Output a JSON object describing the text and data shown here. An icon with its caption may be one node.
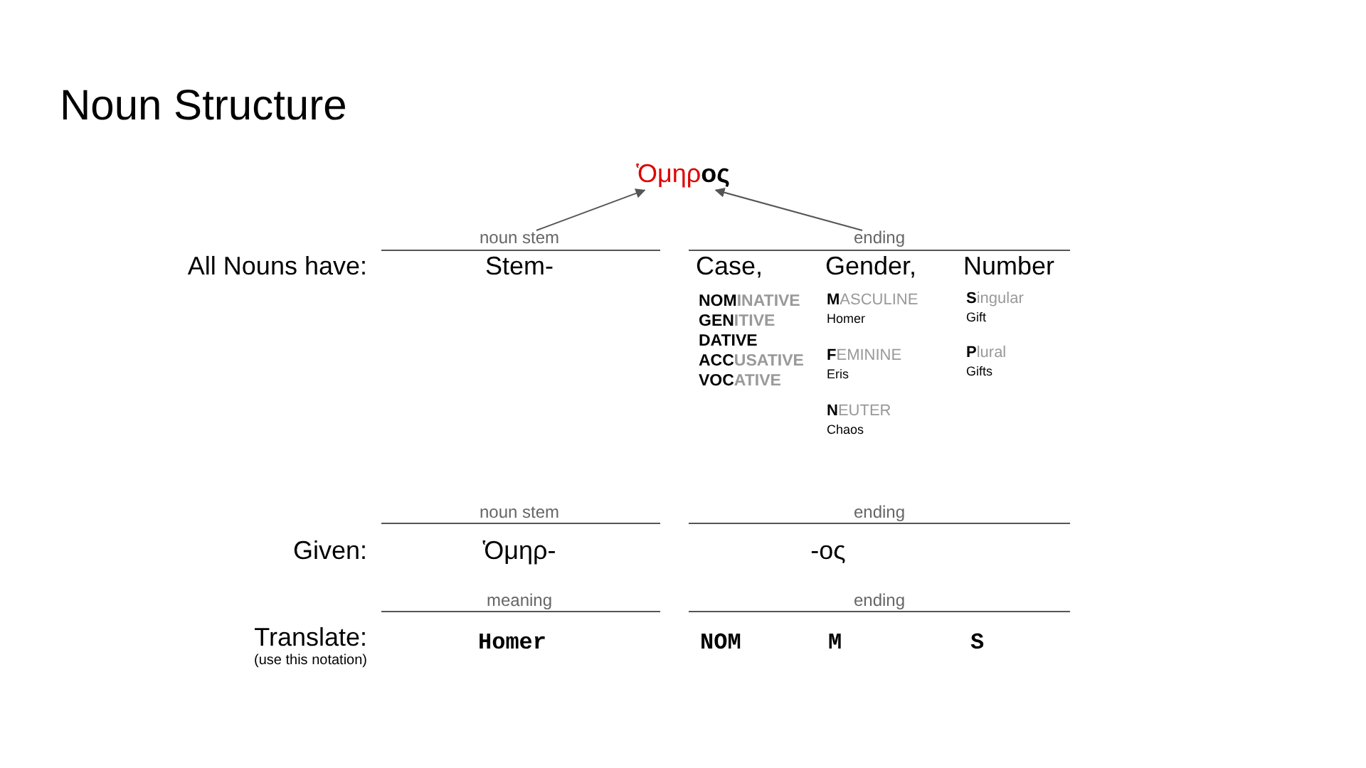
{
  "diagram": {
    "title": "Noun Structure",
    "nodes": [
      {
        "text": [
          "Ὁμηρ**ος**"
        ]
      },
      {
        "text": [
          "noun stem"
        ]
      },
      {
        "text": [
          "ending"
        ]
      }
    ],
    "edges": [
      {
        "from": 1,
        "to": 0,
        "arrow": "to"
      },
      {
        "from": 2,
        "to": 0,
        "arrow": "to"
      }
    ],
    "labels": [
      "All Nouns have:",
      "Stem-",
      "Case,",
      "Gender,",
      "Number",
      "**NOM**INATIVE",
      "**GEN**ITIVE",
      "**DATIVE**",
      "**ACC**USATIVE",
      "**VOC**ATIVE",
      "**M**ASCULINE",
      "Homer",
      "**F**EMININE",
      "Eris",
      "**N**EUTER",
      "Chaos",
      "**S**ingular",
      "Gift",
      "**P**lural",
      "Gifts",
      "noun stem",
      "ending",
      "Given:",
      "Ὁμηρ-",
      "-ος",
      "meaning",
      "ending",
      "Translate:",
      "(use this notation)",
      "Homer",
      "NOM",
      "M",
      "S"
    ]
  }
}
